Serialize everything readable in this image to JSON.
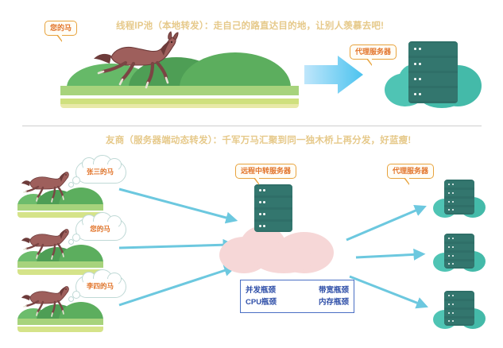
{
  "sections": {
    "top": {
      "title": "线程IP池（本地转发）：走自己的路直达目的地，让别人羡慕去吧!",
      "horse_bubble": "您的马",
      "proxy_label": "代理服务器"
    },
    "bottom": {
      "title": "友商（服务器端动态转发）：千军万马汇聚到同一独木桥上再分发，好蓝瘦!",
      "horses": [
        {
          "label": "张三的马"
        },
        {
          "label": "您的马"
        },
        {
          "label": "李四的马"
        }
      ],
      "relay_label": "远程中转服务器",
      "proxy_label": "代理服务器",
      "bottlenecks": [
        [
          "并发瓶颈",
          "带宽瓶颈"
        ],
        [
          "CPU瓶颈",
          "内存瓶颈"
        ]
      ]
    }
  },
  "colors": {
    "title": "#e6c98a",
    "bubble_border": "#e8a33d",
    "bubble_text": "#e2742a",
    "server_dark": "#2f6f68",
    "cloud_teal": "#4fc4b4",
    "cloud_pink": "#f6d7d7",
    "arrow_blue": "#6cc8df",
    "big_arrow_from": "#bfe6fb",
    "big_arrow_to": "#4cc3ef",
    "bottleneck_border": "#4a6fc4",
    "bottleneck_text": "#2f4fa8",
    "grass": "#a7d37c",
    "hill": "#4e9e55"
  }
}
